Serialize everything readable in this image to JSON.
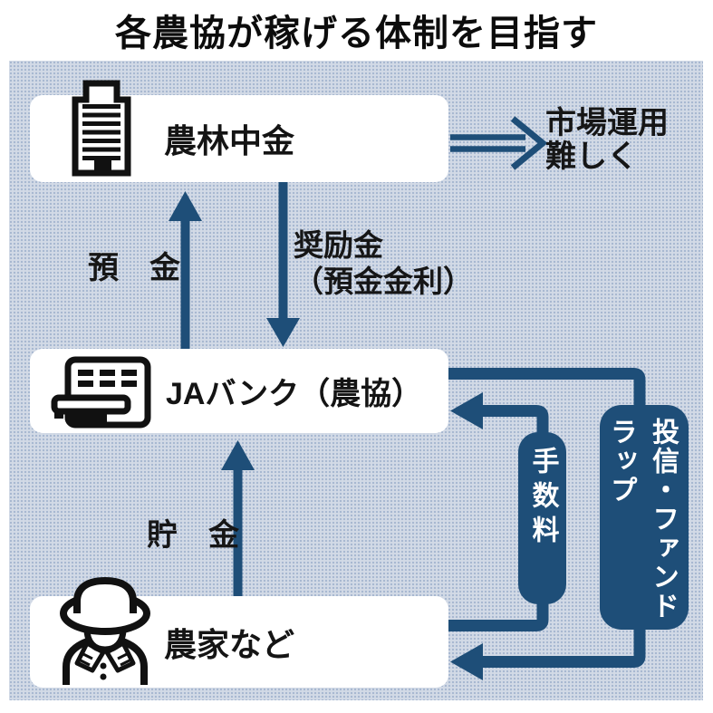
{
  "title": "各農協が稼げる体制を目指す",
  "colors": {
    "navy": "#1e4e78",
    "panel": "#d2dae6",
    "panel_dot": "#a6b7d0",
    "box": "#ffffff",
    "ink": "#121212",
    "pill_text": "#ffffff"
  },
  "nodes": {
    "norinchukin": {
      "label": "農林中金",
      "icon": "office-building-icon"
    },
    "ja_bank": {
      "label": "JAバンク（農協）",
      "icon": "bank-counter-icon"
    },
    "farmers": {
      "label": "農家など",
      "icon": "farmer-icon"
    }
  },
  "labels": {
    "deposit": "預　金",
    "incentive": "奨励金\n（預金金利）",
    "savings": "貯　金",
    "market_note": "市場運用\n難しく",
    "fee_pill": "手数料",
    "fund_pill": "投信・ファンド\nラップ"
  }
}
